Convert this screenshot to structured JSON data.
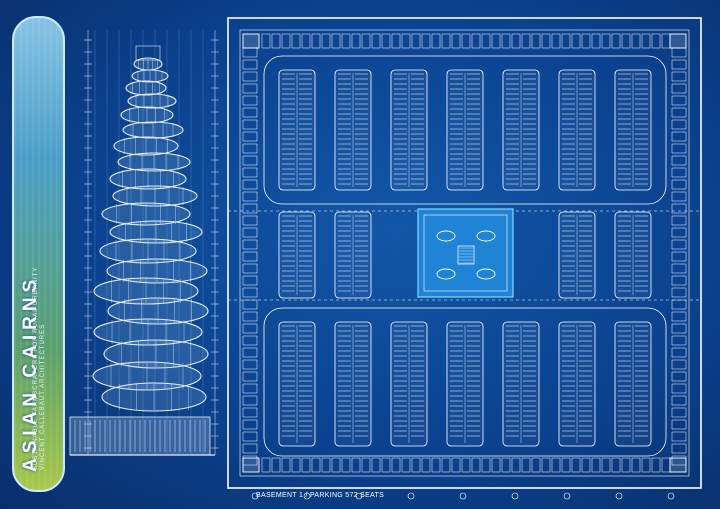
{
  "project": {
    "title": "ASIAN CAIRNS",
    "subtitle_line1": "SUSTAINABLE FARMSCRAPERS FOR RURAL URBANITY",
    "subtitle_line2": "VINCENT CALLEBAUT ARCHITECTURES"
  },
  "plan": {
    "caption": "BASEMENT 1 / PARKING 572 SEATS"
  },
  "colors": {
    "background": "#0b428f",
    "lines": "#ffffff",
    "core": "#1f84d6",
    "glow": "#7fd8ff"
  },
  "icons": {
    "tower": "tower-elevation-drawing",
    "parking": "parking-stall-module"
  }
}
